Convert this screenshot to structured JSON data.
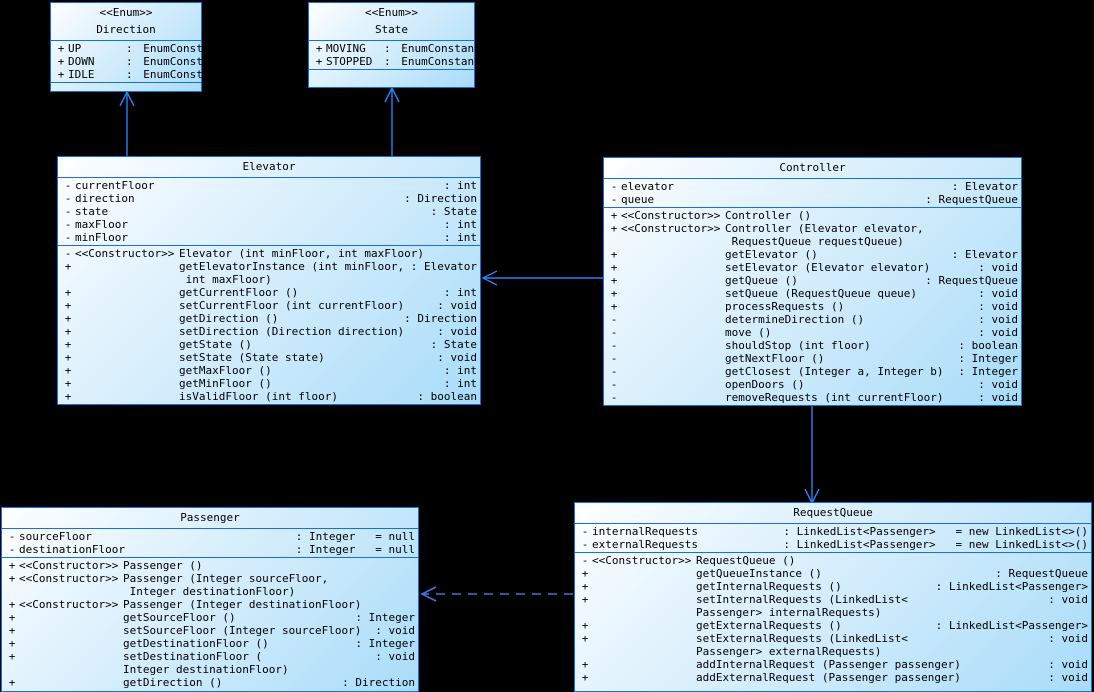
{
  "diagram": {
    "kind": "uml-class-diagram",
    "background": "#000000",
    "box_border": "#1a6fd4",
    "link_color": "#2f7ff0",
    "dashed_link_color": "#4a6fe0"
  },
  "classes": {
    "direction": {
      "stereotype": "<<Enum>>",
      "name": "Direction",
      "attributes": [
        {
          "vis": "+",
          "name": "UP",
          "sep": ":",
          "type": "EnumConstant"
        },
        {
          "vis": "+",
          "name": "DOWN",
          "sep": ":",
          "type": "EnumConstant"
        },
        {
          "vis": "+",
          "name": "IDLE",
          "sep": ":",
          "type": "EnumConstant"
        }
      ],
      "operations": []
    },
    "state": {
      "stereotype": "<<Enum>>",
      "name": "State",
      "attributes": [
        {
          "vis": "+",
          "name": "MOVING",
          "sep": ":",
          "type": "EnumConstant"
        },
        {
          "vis": "+",
          "name": "STOPPED",
          "sep": ":",
          "type": "EnumConstant"
        }
      ],
      "operations": []
    },
    "elevator": {
      "name": "Elevator",
      "attributes": [
        {
          "vis": "-",
          "name": "currentFloor",
          "type": ": int"
        },
        {
          "vis": "-",
          "name": "direction",
          "type": ": Direction"
        },
        {
          "vis": "-",
          "name": "state",
          "type": ": State"
        },
        {
          "vis": "-",
          "name": "maxFloor",
          "type": ": int"
        },
        {
          "vis": "-",
          "name": "minFloor",
          "type": ": int"
        }
      ],
      "operations": [
        {
          "vis": "-",
          "stereo": "<<Constructor>>",
          "name": "Elevator (int minFloor, int maxFloor)",
          "type": ""
        },
        {
          "vis": "+",
          "stereo": "",
          "name": "getElevatorInstance (int minFloor,",
          "type": ": Elevator"
        },
        {
          "vis": "",
          "stereo": "",
          "name": " int maxFloor)",
          "type": "",
          "cont": true
        },
        {
          "vis": "+",
          "stereo": "",
          "name": "getCurrentFloor ()",
          "type": ": int"
        },
        {
          "vis": "+",
          "stereo": "",
          "name": "setCurrentFloor (int currentFloor)",
          "type": ": void"
        },
        {
          "vis": "+",
          "stereo": "",
          "name": "getDirection ()",
          "type": ": Direction"
        },
        {
          "vis": "+",
          "stereo": "",
          "name": "setDirection (Direction direction)",
          "type": ": void"
        },
        {
          "vis": "+",
          "stereo": "",
          "name": "getState ()",
          "type": ": State"
        },
        {
          "vis": "+",
          "stereo": "",
          "name": "setState (State state)",
          "type": ": void"
        },
        {
          "vis": "+",
          "stereo": "",
          "name": "getMaxFloor ()",
          "type": ": int"
        },
        {
          "vis": "+",
          "stereo": "",
          "name": "getMinFloor ()",
          "type": ": int"
        },
        {
          "vis": "+",
          "stereo": "",
          "name": "isValidFloor (int floor)",
          "type": ": boolean"
        }
      ]
    },
    "controller": {
      "name": "Controller",
      "attributes": [
        {
          "vis": "-",
          "name": "elevator",
          "type": ": Elevator"
        },
        {
          "vis": "-",
          "name": "queue",
          "type": ": RequestQueue"
        }
      ],
      "operations": [
        {
          "vis": "+",
          "stereo": "<<Constructor>>",
          "name": "Controller ()",
          "type": ""
        },
        {
          "vis": "+",
          "stereo": "<<Constructor>>",
          "name": "Controller (Elevator elevator,",
          "type": ""
        },
        {
          "vis": "",
          "stereo": "",
          "name": " RequestQueue requestQueue)",
          "type": "",
          "cont": true
        },
        {
          "vis": "+",
          "stereo": "",
          "name": "getElevator ()",
          "type": ": Elevator"
        },
        {
          "vis": "+",
          "stereo": "",
          "name": "setElevator (Elevator elevator)",
          "type": ": void"
        },
        {
          "vis": "+",
          "stereo": "",
          "name": "getQueue ()",
          "type": ": RequestQueue"
        },
        {
          "vis": "+",
          "stereo": "",
          "name": "setQueue (RequestQueue queue)",
          "type": ": void"
        },
        {
          "vis": "+",
          "stereo": "",
          "name": "processRequests ()",
          "type": ": void"
        },
        {
          "vis": "-",
          "stereo": "",
          "name": "determineDirection ()",
          "type": ": void"
        },
        {
          "vis": "-",
          "stereo": "",
          "name": "move ()",
          "type": ": void"
        },
        {
          "vis": "-",
          "stereo": "",
          "name": "shouldStop (int floor)",
          "type": ": boolean"
        },
        {
          "vis": "-",
          "stereo": "",
          "name": "getNextFloor ()",
          "type": ": Integer"
        },
        {
          "vis": "-",
          "stereo": "",
          "name": "getClosest (Integer a, Integer b)",
          "type": ": Integer"
        },
        {
          "vis": "-",
          "stereo": "",
          "name": "openDoors ()",
          "type": ": void"
        },
        {
          "vis": "-",
          "stereo": "",
          "name": "removeRequests (int currentFloor)",
          "type": ": void"
        }
      ]
    },
    "passenger": {
      "name": "Passenger",
      "attributes": [
        {
          "vis": "-",
          "name": "sourceFloor     ",
          "type": ": Integer   = null"
        },
        {
          "vis": "-",
          "name": "destinationFloor",
          "type": ": Integer   = null"
        }
      ],
      "operations": [
        {
          "vis": "+",
          "stereo": "<<Constructor>>",
          "name": "Passenger ()",
          "type": ""
        },
        {
          "vis": "+",
          "stereo": "<<Constructor>>",
          "name": "Passenger (Integer sourceFloor,",
          "type": ""
        },
        {
          "vis": "",
          "stereo": "",
          "name": " Integer destinationFloor)",
          "type": "",
          "cont": true
        },
        {
          "vis": "+",
          "stereo": "<<Constructor>>",
          "name": "Passenger (Integer destinationFloor)",
          "type": ""
        },
        {
          "vis": "+",
          "stereo": "",
          "name": "getSourceFloor ()",
          "type": ": Integer"
        },
        {
          "vis": "+",
          "stereo": "",
          "name": "setSourceFloor (Integer sourceFloor)",
          "type": ": void"
        },
        {
          "vis": "+",
          "stereo": "",
          "name": "getDestinationFloor ()",
          "type": ": Integer"
        },
        {
          "vis": "+",
          "stereo": "",
          "name": "setDestinationFloor (",
          "type": ": void"
        },
        {
          "vis": "",
          "stereo": "",
          "name": "Integer destinationFloor)",
          "type": "",
          "cont": true
        },
        {
          "vis": "+",
          "stereo": "",
          "name": "getDirection ()",
          "type": ": Direction"
        }
      ]
    },
    "requestqueue": {
      "name": "RequestQueue",
      "attributes": [
        {
          "vis": "-",
          "name": "internalRequests",
          "type": ": LinkedList<Passenger>   = new LinkedList<>()"
        },
        {
          "vis": "-",
          "name": "externalRequests",
          "type": ": LinkedList<Passenger>   = new LinkedList<>()"
        }
      ],
      "operations": [
        {
          "vis": "-",
          "stereo": "<<Constructor>>",
          "name": "RequestQueue ()",
          "type": ""
        },
        {
          "vis": "+",
          "stereo": "",
          "name": "getQueueInstance ()",
          "type": ": RequestQueue"
        },
        {
          "vis": "+",
          "stereo": "",
          "name": "getInternalRequests ()",
          "type": ": LinkedList<Passenger>"
        },
        {
          "vis": "+",
          "stereo": "",
          "name": "setInternalRequests (LinkedList<",
          "type": ": void"
        },
        {
          "vis": "",
          "stereo": "",
          "name": "Passenger> internalRequests)",
          "type": "",
          "cont": true
        },
        {
          "vis": "+",
          "stereo": "",
          "name": "getExternalRequests ()",
          "type": ": LinkedList<Passenger>"
        },
        {
          "vis": "+",
          "stereo": "",
          "name": "setExternalRequests (LinkedList<",
          "type": ": void"
        },
        {
          "vis": "",
          "stereo": "",
          "name": "Passenger> externalRequests)",
          "type": "",
          "cont": true
        },
        {
          "vis": "+",
          "stereo": "",
          "name": "addInternalRequest (Passenger passenger)",
          "type": ": void"
        },
        {
          "vis": "+",
          "stereo": "",
          "name": "addExternalRequest (Passenger passenger)",
          "type": ": void"
        }
      ]
    }
  },
  "links": [
    {
      "name": "elevator-to-direction",
      "style": "solid",
      "arrow": "open",
      "from": "Elevator",
      "to": "Direction"
    },
    {
      "name": "elevator-to-state",
      "style": "solid",
      "arrow": "open",
      "from": "Elevator",
      "to": "State"
    },
    {
      "name": "controller-to-elevator",
      "style": "solid",
      "arrow": "open",
      "from": "Controller",
      "to": "Elevator"
    },
    {
      "name": "controller-to-requestqueue",
      "style": "solid",
      "arrow": "open",
      "from": "Controller",
      "to": "RequestQueue"
    },
    {
      "name": "requestqueue-to-passenger",
      "style": "dashed",
      "arrow": "open",
      "from": "RequestQueue",
      "to": "Passenger"
    }
  ]
}
